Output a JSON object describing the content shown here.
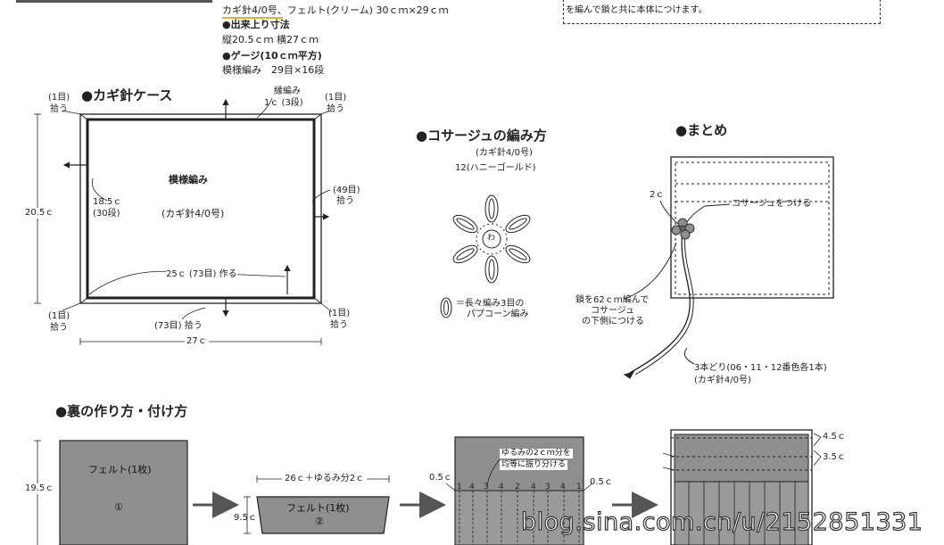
{
  "top": {
    "materials_line": "カギ針4/0号、フェルト(クリーム) 30ｃｍ×29ｃｍ",
    "size_heading": "●出来上り寸法",
    "size_value": "縦20.5ｃｍ 横27ｃｍ",
    "gauge_heading": "●ゲージ(10ｃｍ平方)",
    "gauge_value": "模様編み　29目×16段",
    "note_line1": "を編んで鎖と共に本体につけます。"
  },
  "case": {
    "title": "●カギ針ケース",
    "center_pattern": "模様編み",
    "center_hook": "(カギ針4/0号)",
    "edging": "縁編み",
    "edging_rows": "1ｃ (3段)",
    "corner_tl": "(1目)",
    "corner_tl2": "拾う",
    "corner_tr": "(1目)",
    "corner_tr2": "拾う",
    "corner_bl": "(1目)",
    "corner_bl2": "拾う",
    "corner_br": "(1目)",
    "corner_br2": "拾う",
    "right_pick": "(49目)",
    "right_pick2": "拾う",
    "left_inner": "18.5ｃ",
    "left_inner2": "(30段)",
    "height": "20.5ｃ",
    "bottom_chain": "25ｃ (73目) 作る",
    "bottom_pick": "(73目) 拾う",
    "width": "27ｃ"
  },
  "corsage": {
    "title": "●コサージュの編み方",
    "hook": "(カギ針4/0号)",
    "color": "12(ハニーゴールド)",
    "ring": "わ",
    "legend_line1": "＝長々編み3目の",
    "legend_line2": "パプコーン編み"
  },
  "finish": {
    "title": "●まとめ",
    "two_c": "2ｃ",
    "corsage_attach": "コサージュをつける",
    "chain_line1": "鎖を62ｃｍ編んで",
    "chain_line2": "コサージュ",
    "chain_line3": "の下側につける",
    "cord_line1": "3本どり(06・11・12番色各1本)",
    "cord_line2": "(カギ針4/0号)"
  },
  "lining": {
    "title": "●裏の作り方・付け方",
    "felt1_label": "フェルト(1枚)",
    "felt1_num": "①",
    "felt1_height": "19.5ｃ",
    "felt2_width": "26ｃ＋ゆるみ分2ｃ",
    "felt2_label": "フェルト(1枚)",
    "felt2_num": "②",
    "felt2_height": "9.5ｃ",
    "slack_line1": "ゆるみの2ｃｍ分を",
    "slack_line2": "均等に振り分ける",
    "margin_left": "0.5ｃ",
    "margin_right": "0.5ｃ",
    "pocket_numbers": [
      "1",
      "4",
      "3",
      "4",
      "2",
      "4",
      "3",
      "4",
      "1"
    ],
    "dim_top": "4.5ｃ",
    "dim_mid": "3.5ｃ"
  },
  "watermark": "blog.sina.com.cn/u/2152851331",
  "colors": {
    "felt": "#8f8f8f",
    "line": "#222222"
  }
}
